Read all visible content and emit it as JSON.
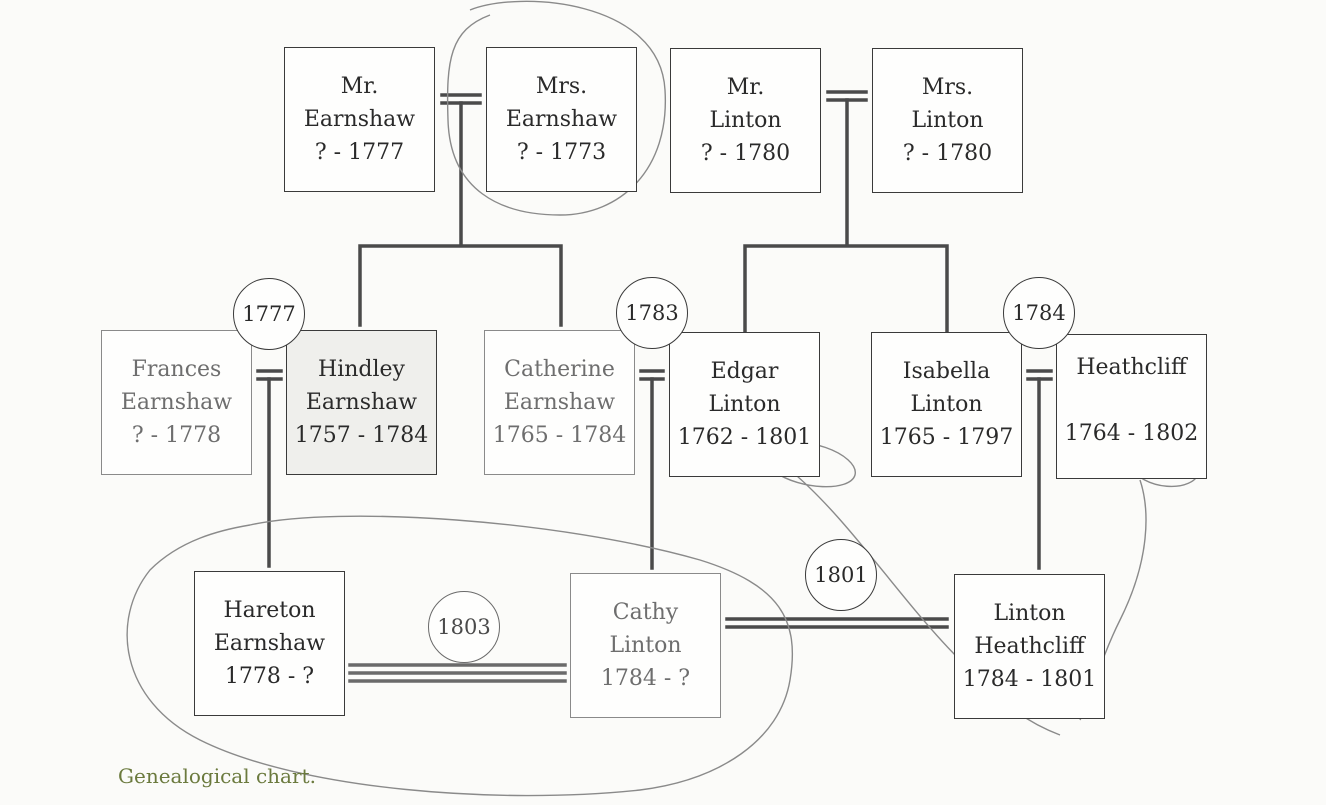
{
  "people": {
    "mr_earnshaw": {
      "first": "Mr.",
      "last": "Earnshaw",
      "dates": "? - 1777"
    },
    "mrs_earnshaw": {
      "first": "Mrs.",
      "last": "Earnshaw",
      "dates": "? - 1773"
    },
    "mr_linton": {
      "first": "Mr.",
      "last": "Linton",
      "dates": "? - 1780"
    },
    "mrs_linton": {
      "first": "Mrs.",
      "last": "Linton",
      "dates": "? - 1780"
    },
    "frances_earnshaw": {
      "first": "Frances",
      "last": "Earnshaw",
      "dates": "? - 1778"
    },
    "hindley_earnshaw": {
      "first": "Hindley",
      "last": "Earnshaw",
      "dates": "1757 - 1784"
    },
    "catherine_earnshaw": {
      "first": "Catherine",
      "last": "Earnshaw",
      "dates": "1765 - 1784"
    },
    "edgar_linton": {
      "first": "Edgar",
      "last": "Linton",
      "dates": "1762 - 1801"
    },
    "isabella_linton": {
      "first": "Isabella",
      "last": "Linton",
      "dates": "1765 - 1797"
    },
    "heathcliff": {
      "first": "Heathcliff",
      "last": "",
      "dates": "1764 - 1802"
    },
    "hareton_earnshaw": {
      "first": "Hareton",
      "last": "Earnshaw",
      "dates": "1778 - ?"
    },
    "cathy_linton": {
      "first": "Cathy",
      "last": "Linton",
      "dates": "1784 - ?"
    },
    "linton_heathcliff": {
      "first": "Linton",
      "last": "Heathcliff",
      "dates": "1784 - 1801"
    }
  },
  "marriage_years": {
    "frances_hindley": "1777",
    "catherine_edgar": "1783",
    "isabella_heathcliff": "1784",
    "cathy_linton_heathcliff": "1801",
    "hareton_cathy": "1803"
  },
  "caption": "Genealogical chart.",
  "colors": {
    "line": "#4a4a4a",
    "pencil": "#8a8a8a",
    "caption": "#6b7a3e"
  }
}
